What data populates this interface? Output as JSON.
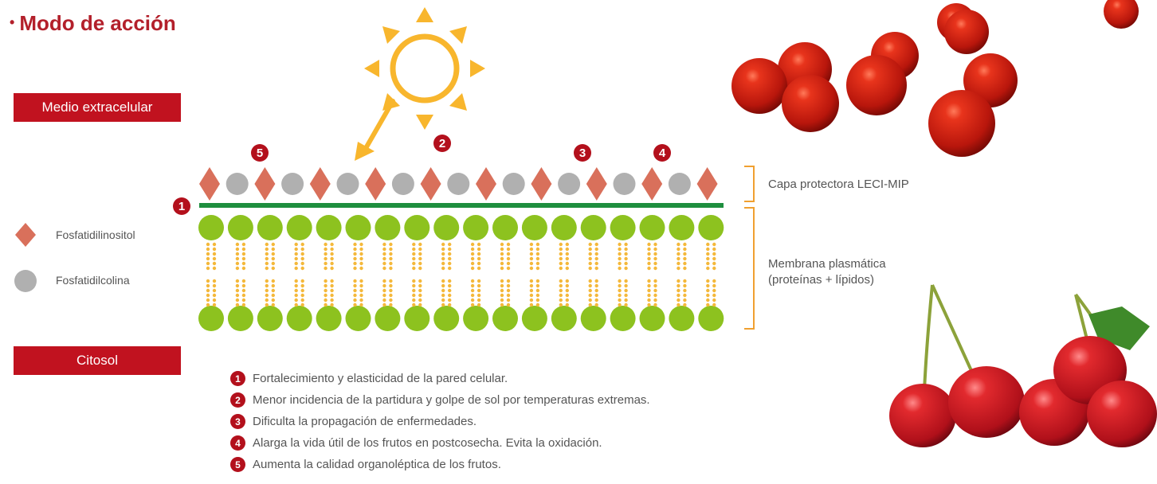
{
  "title": "Modo de acción",
  "labels": {
    "extracellular": "Medio extracelular",
    "cytosol": "Citosol"
  },
  "legend": [
    {
      "label": "Fosfatidilinositol",
      "shape": "diamond",
      "color": "#d9705b"
    },
    {
      "label": "Fosfatidilcolina",
      "shape": "circle",
      "color": "#b0b0b0"
    }
  ],
  "side_labels": {
    "protective_layer": "Capa protectora LECI-MIP",
    "membrane_line1": "Membrana plasmática",
    "membrane_line2": "(proteínas + lípidos)"
  },
  "markers": [
    "1",
    "5",
    "2",
    "3",
    "4"
  ],
  "benefits": [
    {
      "num": "1",
      "text": "Fortalecimiento y elasticidad de la pared celular."
    },
    {
      "num": "2",
      "text": "Menor incidencia de la partidura y golpe de sol por temperaturas extremas."
    },
    {
      "num": "3",
      "text": "Dificulta la propagación de enfermedades."
    },
    {
      "num": "4",
      "text": "Alarga la vida útil de los frutos en postcosecha. Evita la oxidación."
    },
    {
      "num": "5",
      "text": "Aumenta la calidad organoléptica de los frutos."
    }
  ],
  "colors": {
    "accent_red": "#c1121f",
    "diamond": "#d9705b",
    "circle": "#b0b0b0",
    "membrane_green": "#1e8e3e",
    "lipid_head": "#8dc21f",
    "lipid_tail": "#f4b83a",
    "bracket": "#f0a030",
    "sun": "#f8b62d"
  },
  "icons": {
    "sun": "sun-icon",
    "arrow": "sun-arrow-icon",
    "cherries": "cherries-image"
  }
}
